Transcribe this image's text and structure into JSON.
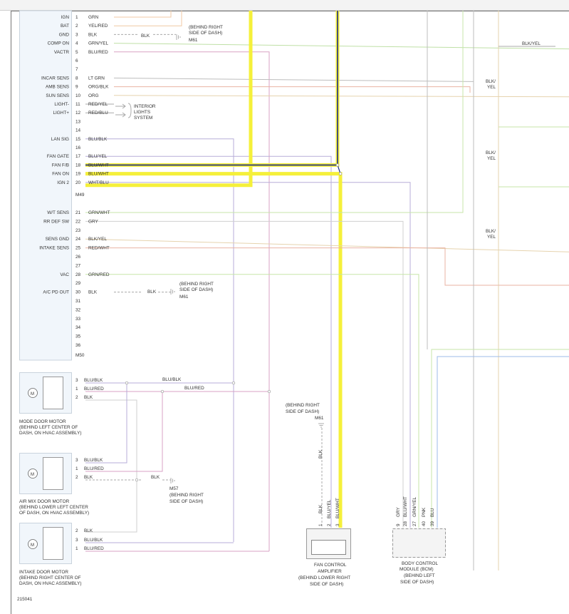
{
  "connector_m49": {
    "id": "M49",
    "pins": [
      {
        "func": "IGN",
        "num": "1",
        "wire": "GRN"
      },
      {
        "func": "BAT",
        "num": "2",
        "wire": "YEL/RED"
      },
      {
        "func": "GND",
        "num": "3",
        "wire": "BLK"
      },
      {
        "func": "COMP ON",
        "num": "4",
        "wire": "GRN/YEL"
      },
      {
        "func": "VACTR",
        "num": "5",
        "wire": "BLU/RED"
      },
      {
        "func": "",
        "num": "6",
        "wire": ""
      },
      {
        "func": "",
        "num": "7",
        "wire": ""
      },
      {
        "func": "INCAR SENS",
        "num": "8",
        "wire": "LT GRN"
      },
      {
        "func": "AMB SENS",
        "num": "9",
        "wire": "ORG/BLK"
      },
      {
        "func": "SUN SENS",
        "num": "10",
        "wire": "ORG"
      },
      {
        "func": "LIGHT-",
        "num": "11",
        "wire": "RED/YEL"
      },
      {
        "func": "LIGHT+",
        "num": "12",
        "wire": "RED/BLU"
      },
      {
        "func": "",
        "num": "13",
        "wire": ""
      },
      {
        "func": "",
        "num": "14",
        "wire": ""
      },
      {
        "func": "LAN SIG",
        "num": "15",
        "wire": "BLU/BLK"
      },
      {
        "func": "",
        "num": "16",
        "wire": ""
      },
      {
        "func": "FAN GATE",
        "num": "17",
        "wire": "BLU/YEL"
      },
      {
        "func": "FAN F/B",
        "num": "18",
        "wire": "BLU/WHT"
      },
      {
        "func": "FAN ON",
        "num": "19",
        "wire": "BLU/WHT"
      },
      {
        "func": "IGN 2",
        "num": "20",
        "wire": "WHT/BLU"
      }
    ]
  },
  "connector_m50": {
    "id": "M50",
    "pins": [
      {
        "func": "W/T SENS",
        "num": "21",
        "wire": "GRN/WHT"
      },
      {
        "func": "RR DEF SW",
        "num": "22",
        "wire": "GRY"
      },
      {
        "func": "",
        "num": "23",
        "wire": ""
      },
      {
        "func": "SENS GND",
        "num": "24",
        "wire": "BLK/YEL"
      },
      {
        "func": "INTAKE SENS",
        "num": "25",
        "wire": "RED/WHT"
      },
      {
        "func": "",
        "num": "26",
        "wire": ""
      },
      {
        "func": "",
        "num": "27",
        "wire": ""
      },
      {
        "func": "VAC",
        "num": "28",
        "wire": "GRN/RED"
      },
      {
        "func": "",
        "num": "29",
        "wire": ""
      },
      {
        "func": "A/C PD OUT",
        "num": "30",
        "wire": "BLK"
      },
      {
        "func": "",
        "num": "31",
        "wire": ""
      },
      {
        "func": "",
        "num": "32",
        "wire": ""
      },
      {
        "func": "",
        "num": "33",
        "wire": ""
      },
      {
        "func": "",
        "num": "34",
        "wire": ""
      },
      {
        "func": "",
        "num": "35",
        "wire": ""
      },
      {
        "func": "",
        "num": "36",
        "wire": ""
      }
    ]
  },
  "ground_blk_label": "BLK",
  "ground_m61": {
    "line1": "(BEHIND RIGHT",
    "line2": "SIDE OF DASH)",
    "id": "M61"
  },
  "interior_lights": [
    "INTERIOR",
    "LIGHTS",
    "SYSTEM"
  ],
  "right_labels": {
    "blk_yel_horizontal": "BLK/YEL",
    "blk_a": "BLK/",
    "yel_a": "YEL",
    "blk_b": "BLK/",
    "yel_b": "YEL",
    "blk_c": "BLK/",
    "yel_c": "YEL"
  },
  "mode_door_motor": {
    "pins": [
      {
        "num": "3",
        "wire": "BLU/BLK"
      },
      {
        "num": "1",
        "wire": "BLU/RED"
      },
      {
        "num": "2",
        "wire": "BLK"
      }
    ],
    "label": [
      "MODE DOOR MOTOR",
      "(BEHIND LEFT CENTER OF",
      "DASH, ON HVAC ASSEMBLY)"
    ],
    "trace_blu_blk": "BLU/BLK",
    "trace_blu_red": "BLU/RED"
  },
  "air_mix_door_motor": {
    "pins": [
      {
        "num": "3",
        "wire": "BLU/BLK"
      },
      {
        "num": "1",
        "wire": "BLU/RED"
      },
      {
        "num": "2",
        "wire": "BLK"
      }
    ],
    "label": [
      "AIR MIX DOOR MOTOR",
      "(BEHIND LOWER LEFT CENTER",
      "OF DASH, ON HVAC ASSEMBLY)"
    ],
    "ground_wire": "BLK"
  },
  "ground_m57": {
    "id": "M57",
    "line1": "(BEHIND RIGHT",
    "line2": "SIDE OF DASH)"
  },
  "intake_door_motor": {
    "pins": [
      {
        "num": "2",
        "wire": "BLK"
      },
      {
        "num": "3",
        "wire": "BLU/BLK"
      },
      {
        "num": "1",
        "wire": "BLU/RED"
      }
    ],
    "label": [
      "INTAKE DOOR MOTOR",
      "(BEHIND RIGHT CENTER OF",
      "DASH, ON HVAC ASSEMBLY)"
    ]
  },
  "fan_ground": {
    "line1": "(BEHIND RIGHT",
    "line2": "SIDE OF DASH)",
    "id": "M61",
    "wire": "BLK"
  },
  "fan_amp": {
    "pins": [
      {
        "num": "1",
        "wire": "BLK"
      },
      {
        "num": "2",
        "wire": "BLU/YEL"
      },
      {
        "num": "3",
        "wire": "BLU/WHT"
      }
    ],
    "label": [
      "FAN CONTROL",
      "AMPLIFIER",
      "(BEHIND LOWER RIGHT",
      "SIDE OF DASH)"
    ]
  },
  "bcm": {
    "pins": [
      {
        "num": "9",
        "wire": "GRY"
      },
      {
        "num": "28",
        "wire": "BLU/WHT"
      },
      {
        "num": "27",
        "wire": "GRN/YEL"
      },
      {
        "num": "40",
        "wire": "PNK"
      },
      {
        "num": "39",
        "wire": "BLU"
      }
    ],
    "label": [
      "BODY CONTROL",
      "MODULE (BCM)",
      "(BEHIND LEFT",
      "SIDE OF DASH)"
    ]
  },
  "diagram_id": "215041",
  "colors": {
    "highlight": "#f5f03a",
    "navy": "#1b2a8c",
    "purple": "#b7aed8",
    "pink": "#d9a2c4",
    "orange": "#f0c9a4",
    "green": "#bfe0a6",
    "lightgreen": "#c7e6a8",
    "gray": "#bdbdbd",
    "salmon": "#eab3a3",
    "tan": "#e6d3ae",
    "blue": "#9ebbe8"
  }
}
